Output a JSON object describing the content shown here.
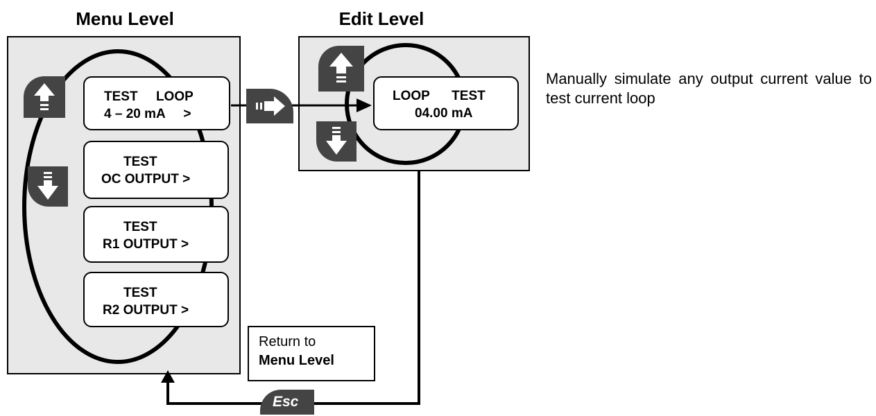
{
  "menu_level": {
    "title": "Menu Level",
    "items": [
      {
        "line1": "TEST     LOOP",
        "line2": "4 – 20 mA     >"
      },
      {
        "line1": "TEST",
        "line2": "OC OUTPUT >"
      },
      {
        "line1": "TEST",
        "line2": "R1 OUTPUT >"
      },
      {
        "line1": "TEST",
        "line2": "R2 OUTPUT >"
      }
    ]
  },
  "edit_level": {
    "title": "Edit Level",
    "screen": {
      "line1": "LOOP      TEST",
      "line2": "04.00 mA"
    }
  },
  "description": "Manually simulate any output current value to test current loop",
  "return_box": {
    "line1": "Return to",
    "line2": "Menu Level"
  },
  "esc_key": {
    "label": "Esc"
  },
  "icons": {
    "up_arrow": "up-arrow-icon",
    "down_arrow": "down-arrow-icon",
    "enter_arrow": "enter-arrow-icon",
    "esc": "esc-key-icon"
  },
  "colors": {
    "panel": "#e8e8e8",
    "key": "#444444",
    "line": "#000000"
  }
}
